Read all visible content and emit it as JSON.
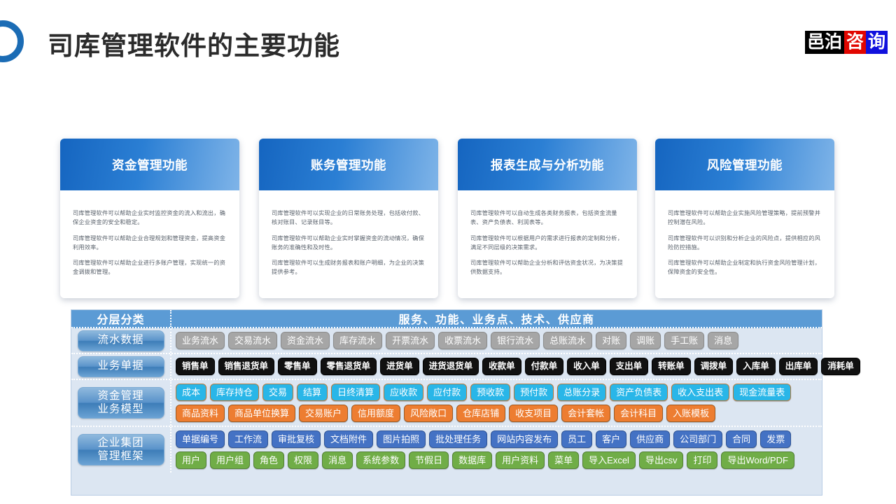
{
  "header": {
    "title": "司库管理软件的主要功能",
    "logo_icon": "blue-ring-icon",
    "brand": {
      "part1": "邑泊",
      "part2": "咨",
      "part3": "询",
      "color_black": "#000000",
      "color_red": "#e10600",
      "color_blue": "#1010dd"
    }
  },
  "cards": [
    {
      "title": "资金管理功能",
      "paragraphs": [
        "司库管理软件可以帮助企业实时监控资金的流入和流出，确保企业资金的安全和稳定。",
        "司库管理软件可以帮助企业合理规划和管理资金，提高资金利用效率。",
        "司库管理软件可以帮助企业进行多账户管理，实现统一的资金调拨和管理。"
      ]
    },
    {
      "title": "账务管理功能",
      "paragraphs": [
        "司库管理软件可以实现企业的日常账务处理，包括收付款、核对账目、记录账目等。",
        "司库管理软件可以帮助企业实时掌握资金的流动情况，确保账务的准确性和及时性。",
        "司库管理软件可以生成财务报表和账户明细，为企业的决策提供参考。"
      ]
    },
    {
      "title": "报表生成与分析功能",
      "paragraphs": [
        "司库管理软件可以自动生成各类财务报表，包括资金流量表、资产负债表、利润表等。",
        "司库管理软件可以根据用户的需求进行报表的定制和分析，满足不同层级的决策需求。",
        "司库管理软件可以帮助企业分析和评估资金状况，为决策提供数据支持。"
      ]
    },
    {
      "title": "风险管理功能",
      "paragraphs": [
        "司库管理软件可以帮助企业实施风险管理策略，提前预警并控制潜在风险。",
        "司库管理软件可以识别和分析企业的风险点，提供相应的风险防控措施。",
        "司库管理软件可以帮助企业制定和执行资金风险管理计划，保障资金的安全性。"
      ]
    }
  ],
  "matrix": {
    "header": {
      "label": "分层分类",
      "main": "服务、功能、业务点、技术、供应商"
    },
    "rows": [
      {
        "label_lines": [
          "流水数据"
        ],
        "lines": [
          {
            "style": "gray",
            "chips": [
              "业务流水",
              "交易流水",
              "资金流水",
              "库存流水",
              "开票流水",
              "收票流水",
              "银行流水",
              "总账流水",
              "对账",
              "调账",
              "手工账",
              "消息"
            ]
          }
        ]
      },
      {
        "label_lines": [
          "业务单据"
        ],
        "lines": [
          {
            "style": "black",
            "chips": [
              "销售单",
              "销售退货单",
              "零售单",
              "零售退货单",
              "进货单",
              "进货退货单",
              "收款单",
              "付款单",
              "收入单",
              "支出单",
              "转账单",
              "调拨单",
              "入库单",
              "出库单",
              "消耗单"
            ]
          }
        ]
      },
      {
        "label_lines": [
          "资金管理",
          "业务模型"
        ],
        "lines": [
          {
            "style": "cyan",
            "chips": [
              "成本",
              "库存持仓",
              "交易",
              "结算",
              "日终清算",
              "应收款",
              "应付款",
              "预收款",
              "预付款",
              "总账分录",
              "资产负债表",
              "收入支出表",
              "现金流量表"
            ]
          },
          {
            "style": "orange",
            "chips": [
              "商品资料",
              "商品单位换算",
              "交易账户",
              "信用额度",
              "风险敞口",
              "仓库店铺",
              "收支项目",
              "会计套帐",
              "会计科目",
              "入账模板"
            ]
          }
        ]
      },
      {
        "label_lines": [
          "企业集团",
          "管理框架"
        ],
        "lines": [
          {
            "style": "blue",
            "chips": [
              "单据编号",
              "工作流",
              "审批复核",
              "文档附件",
              "图片拍照",
              "批处理任务",
              "网站内容发布",
              "员工",
              "客户",
              "供应商",
              "公司部门",
              "合同",
              "发票"
            ]
          },
          {
            "style": "green",
            "chips": [
              "用户",
              "用户组",
              "角色",
              "权限",
              "消息",
              "系统参数",
              "节假日",
              "数据库",
              "用户资料",
              "菜单",
              "导入Excel",
              "导出csv",
              "打印",
              "导出Word/PDF"
            ]
          }
        ]
      }
    ]
  }
}
